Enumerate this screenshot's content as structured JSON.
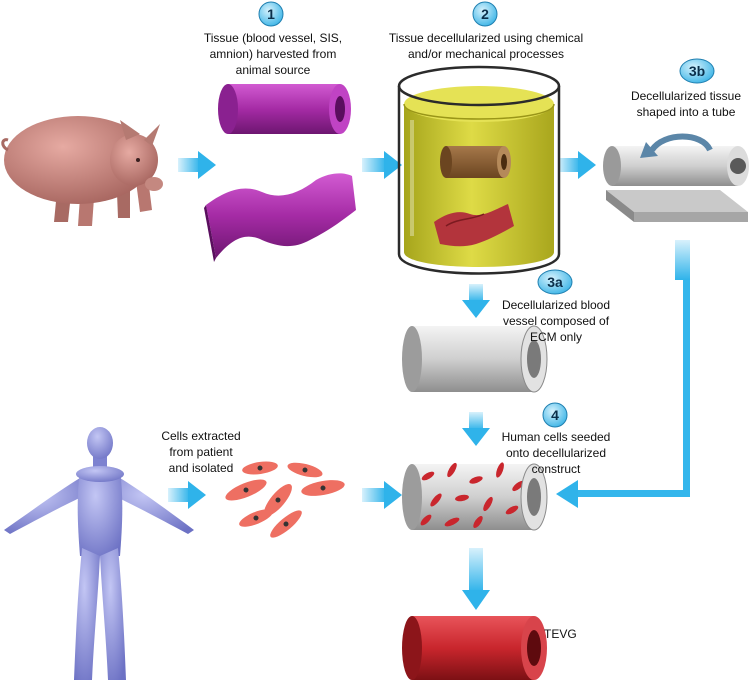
{
  "steps": {
    "s1": {
      "badge": "1",
      "caption": "Tissue (blood vessel, SIS,\namnion) harvested from\nanimal source"
    },
    "s2": {
      "badge": "2",
      "caption": "Tissue decellularized using chemical\nand/or mechanical processes"
    },
    "s3a": {
      "badge": "3a",
      "caption": "Decellularized blood\nvessel composed of\nECM only"
    },
    "s3b": {
      "badge": "3b",
      "caption": "Decellularized tissue\nshaped into a tube"
    },
    "s4": {
      "badge": "4",
      "caption": "Human cells seeded\nonto decellularized\nconstruct"
    }
  },
  "cells_caption": "Cells extracted\nfrom patient\nand isolated",
  "result_label": "TEVG",
  "colors": {
    "arrow": "#3ab8ec",
    "badge": "#5ec4ef",
    "pig": "#c98780",
    "human": "#8e93dc",
    "purple_tissue": "#a52ba5",
    "solution": "#d8d43a",
    "ecm_tube": "#cfcfcf",
    "cell": "#ee6f62",
    "tevg": "#c9262d"
  }
}
